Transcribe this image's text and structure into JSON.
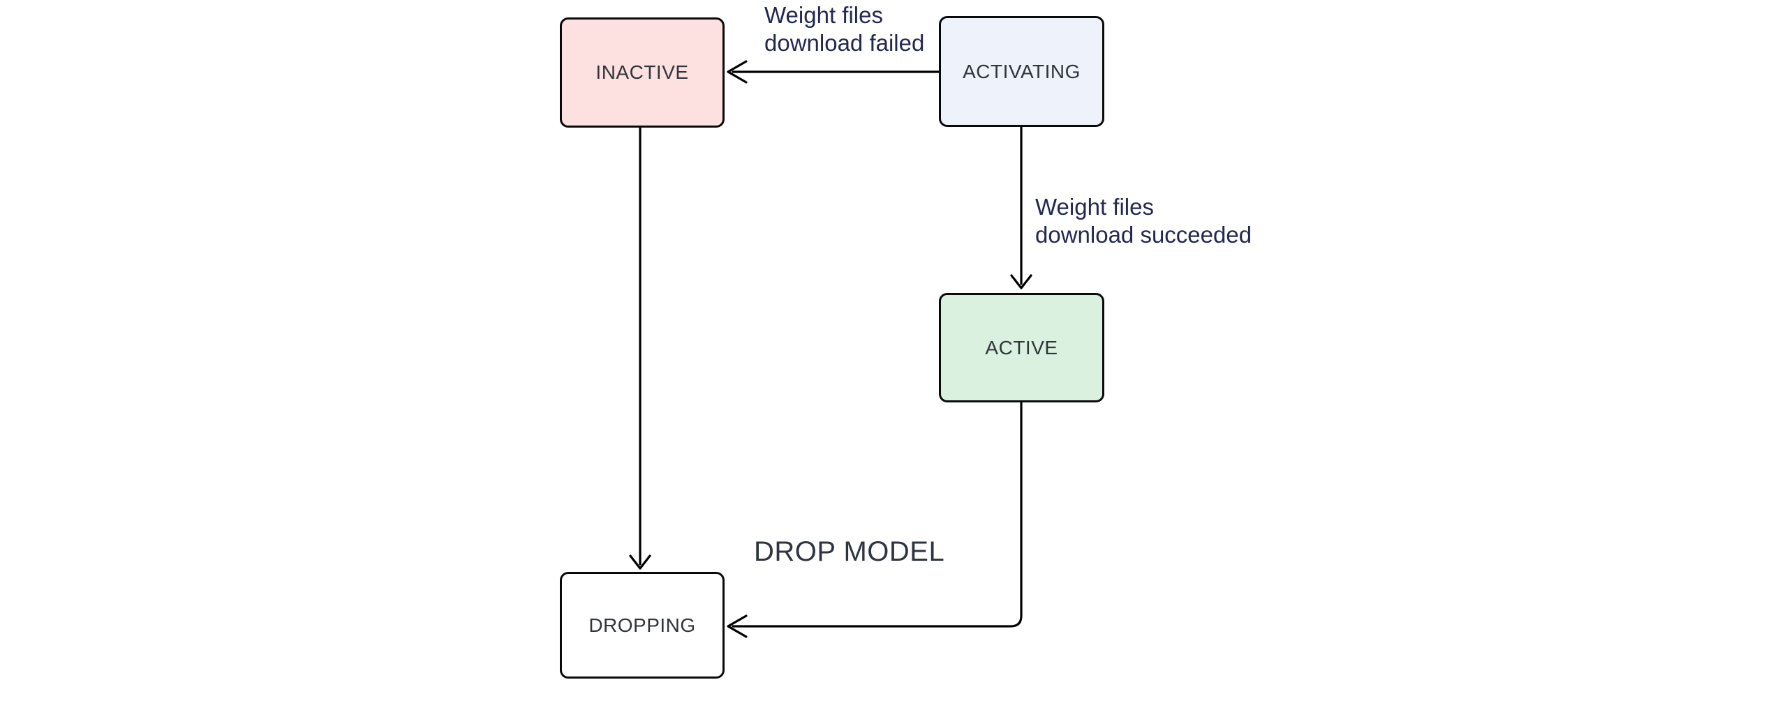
{
  "canvas": {
    "background": "#ffffff"
  },
  "nodes": {
    "inactive": {
      "label": "INACTIVE",
      "fill": "#fde0e0",
      "border": "#0a0a0a"
    },
    "activating": {
      "label": "ACTIVATING",
      "fill": "#edf2fb",
      "border": "#0a0a0a"
    },
    "active": {
      "label": "ACTIVE",
      "fill": "#daf1e0",
      "border": "#0a0a0a"
    },
    "dropping": {
      "label": "DROPPING",
      "fill": "#ffffff",
      "border": "#0a0a0a"
    }
  },
  "edges": {
    "activating_to_inactive": {
      "label_line1": "Weight files",
      "label_line2": "download failed"
    },
    "activating_to_active": {
      "label_line1": "Weight files",
      "label_line2": "download succeeded"
    },
    "active_to_dropping": {
      "label": "DROP MODEL"
    }
  },
  "colors": {
    "node_label_text": "#30353a",
    "edge_label_text": "#23284f",
    "drop_model_text": "#2e3440",
    "line": "#000000"
  }
}
